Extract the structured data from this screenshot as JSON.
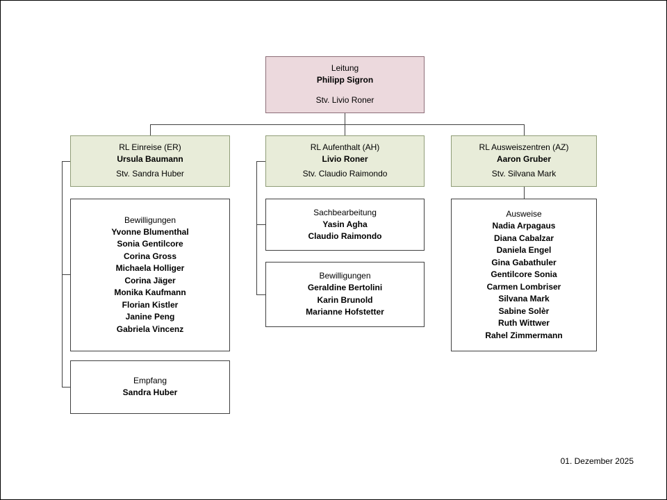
{
  "page": {
    "footer_date": "01. Dezember 2025"
  },
  "org": {
    "root": {
      "title": "Leitung",
      "names": [
        "Philipp Sigron"
      ],
      "deputy": "Stv. Livio Roner"
    },
    "columns": [
      {
        "head": {
          "title": "RL Einreise (ER)",
          "names": [
            "Ursula Baumann"
          ],
          "deputy": "Stv. Sandra Huber"
        },
        "children": [
          {
            "title": "Bewilligungen",
            "names": [
              "Yvonne Blumenthal",
              "Sonia Gentilcore",
              "Corina Gross",
              "Michaela Holliger",
              "Corina Jäger",
              "Monika Kaufmann",
              "Florian Kistler",
              "Janine Peng",
              "Gabriela Vincenz"
            ]
          },
          {
            "title": "Empfang",
            "names": [
              "Sandra Huber"
            ]
          }
        ]
      },
      {
        "head": {
          "title": "RL Aufenthalt (AH)",
          "names": [
            "Livio Roner"
          ],
          "deputy": "Stv. Claudio Raimondo"
        },
        "children": [
          {
            "title": "Sachbearbeitung",
            "names": [
              "Yasin Agha",
              "Claudio Raimondo"
            ]
          },
          {
            "title": "Bewilligungen",
            "names": [
              "Geraldine Bertolini",
              "Karin Brunold",
              "Marianne Hofstetter"
            ]
          }
        ]
      },
      {
        "head": {
          "title": "RL Ausweiszentren (AZ)",
          "names": [
            "Aaron Gruber"
          ],
          "deputy": "Stv. Silvana Mark"
        },
        "children": [
          {
            "title": "Ausweise",
            "names": [
              "Nadia Arpagaus",
              "Diana Cabalzar",
              "Daniela Engel",
              "Gina Gabathuler",
              "Gentilcore Sonia",
              "Carmen Lombriser",
              "Silvana Mark",
              "Sabine Solèr",
              "Ruth Wittwer",
              "Rahel Zimmermann"
            ]
          }
        ]
      }
    ]
  },
  "colors": {
    "root_fill": "#ecd9dd",
    "root_border": "#8c6d77",
    "head_fill": "#e8ecd9",
    "head_border": "#8f9c77",
    "child_fill": "#ffffff",
    "child_border": "#3f3f3f",
    "line": "#3f3f3f"
  }
}
